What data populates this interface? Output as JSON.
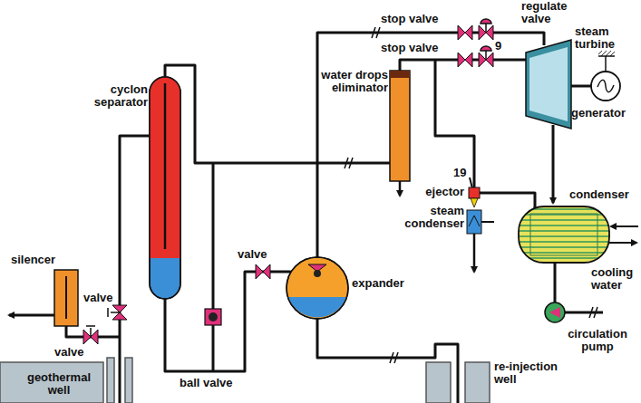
{
  "diagram": {
    "labels": [
      "stop valve",
      "regulate valve",
      "stop valve",
      "9",
      "steam turbine",
      "water drops eliminator",
      "generator",
      "19",
      "cyclon separator",
      "ejector",
      "steam condenser",
      "condenser",
      "valve",
      "expander",
      "cooling water",
      "silencer",
      "valve",
      "ball valve",
      "re-injection well",
      "circulation pump",
      "valve",
      "geothermal well"
    ]
  }
}
